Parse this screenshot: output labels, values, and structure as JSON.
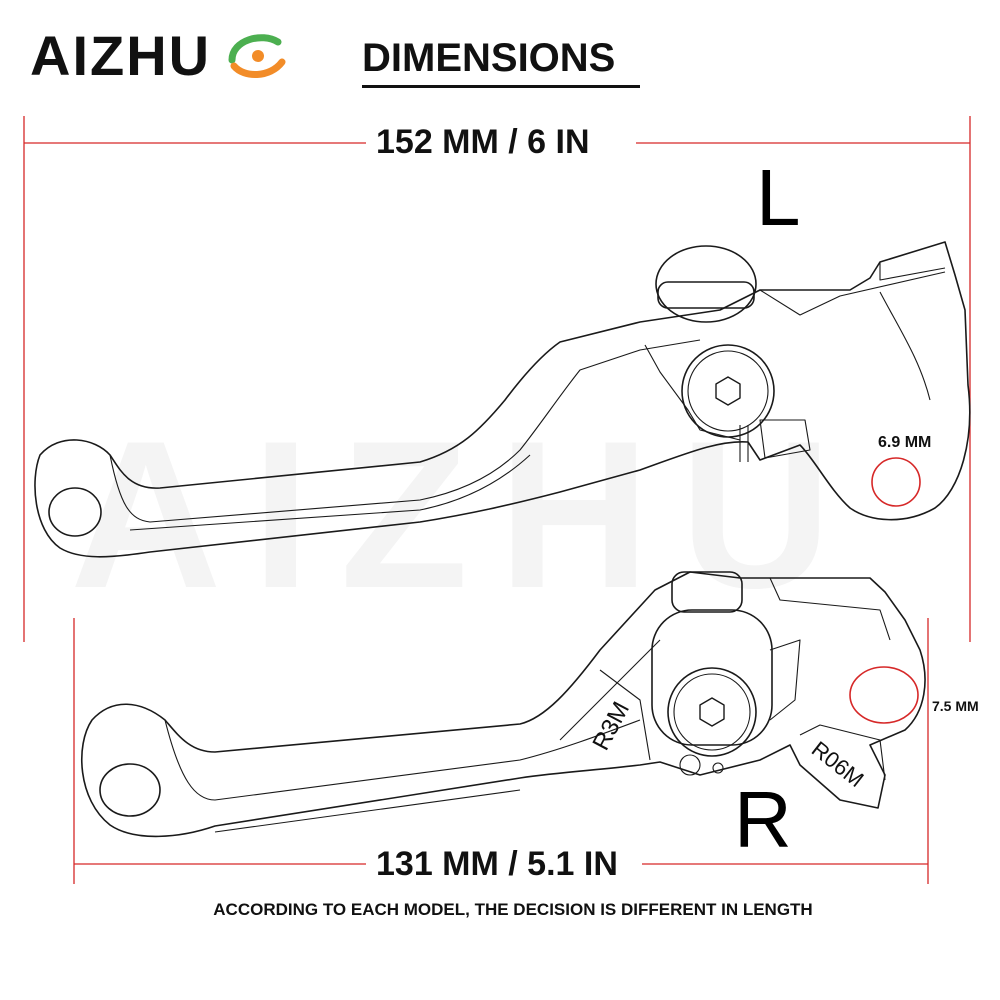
{
  "header": {
    "brand": "AIZHU",
    "title": "DIMENSIONS"
  },
  "dimensions": {
    "top_length": "152 MM / 6 IN",
    "bottom_length": "131 MM / 5.1 IN",
    "left_hole": "6.9 MM",
    "right_hole": "7.5 MM"
  },
  "labels": {
    "left": "L",
    "right": "R",
    "part_code_1": "R3M",
    "part_code_2": "R06M"
  },
  "footer": {
    "note": "ACCORDING TO EACH MODEL, THE DECISION IS DIFFERENT IN LENGTH"
  },
  "colors": {
    "dimension_line": "#d62828",
    "outline": "#1a1a1a",
    "brand_accent_green": "#4caf50",
    "brand_accent_orange": "#f28c28"
  },
  "icons": {
    "brand_mark": "green-orange-swirl-icon",
    "hex_bolt": "hex-bolt-icon"
  }
}
